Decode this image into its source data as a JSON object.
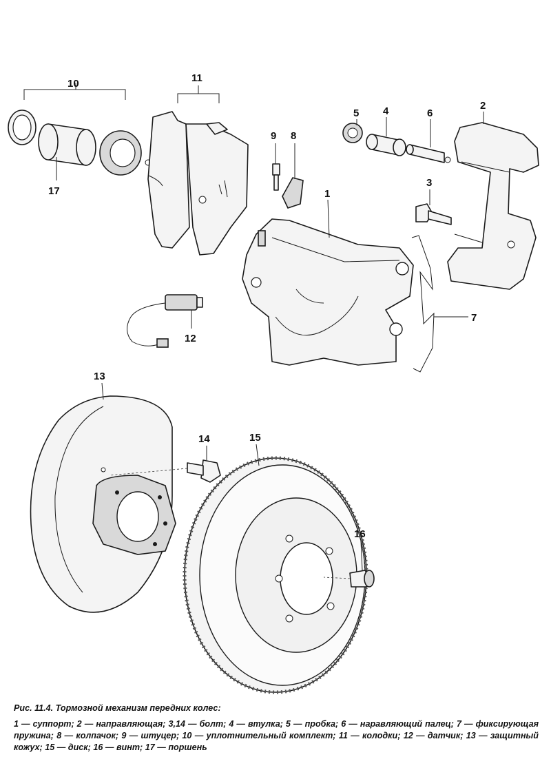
{
  "figure": {
    "callouts": {
      "c1": "1",
      "c2": "2",
      "c3": "3",
      "c4": "4",
      "c5": "5",
      "c6": "6",
      "c7": "7",
      "c8": "8",
      "c9": "9",
      "c10": "10",
      "c11": "11",
      "c12": "12",
      "c13": "13",
      "c14": "14",
      "c15": "15",
      "c16": "16",
      "c17": "17"
    }
  },
  "caption": {
    "title": "Рис. 11.4. Тормозной механизм передних колес:",
    "legend": "1 — суппорт; 2 — направляющая; 3,14 — болт; 4 — втулка; 5 — пробка; 6 — наравляющий палец; 7 — фиксирующая пружина; 8 — колпачок; 9 — штуцер; 10 — уплотнительный комплект; 11 — колодки; 12 — датчик; 13 — защитный кожух; 15 — диск; 16 — винт; 17 — поршень"
  }
}
